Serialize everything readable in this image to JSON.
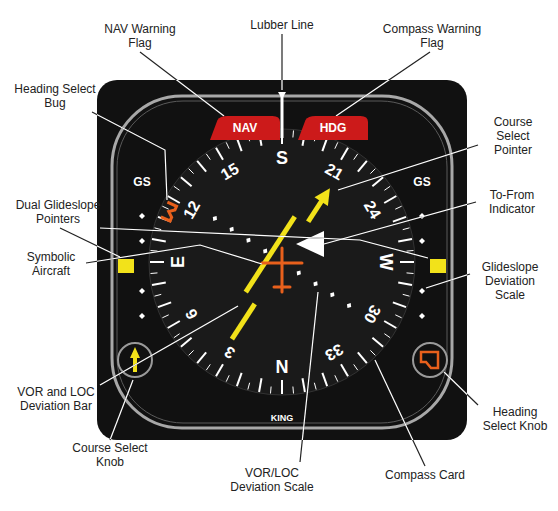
{
  "diagram": {
    "nodes": [
      {
        "text": [
          "NAV"
        ]
      },
      {
        "text": [
          "HDG"
        ]
      }
    ],
    "labels": [
      "NAV Warning Flag",
      "Lubber Line",
      "Compass Warning Flag",
      "Heading Select Bug",
      "Course Select Pointer",
      "Dual Glideslope Pointers",
      "To-From Indicator",
      "Symbolic Aircraft",
      "Glideslope Deviation Scale",
      "VOR and LOC Deviation Bar",
      "Heading Select Knob",
      "Course Select Knob",
      "VOR/LOC Deviation Scale",
      "Compass Card",
      "GS",
      "GS",
      "S",
      "21",
      "24",
      "W",
      "30",
      "33",
      "N",
      "3",
      "6",
      "E",
      "12",
      "15",
      "KING"
    ]
  }
}
